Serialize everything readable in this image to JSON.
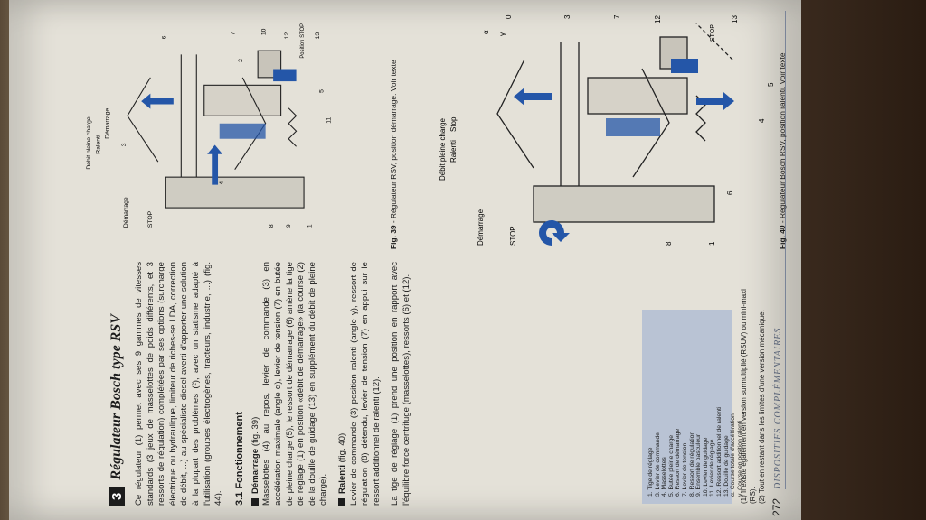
{
  "section": {
    "number": "3",
    "title": "Régulateur Bosch type RSV",
    "intro": "Ce régulateur (1) permet avec ses 9 gammes de vitesses standards (3 jeux de masselottes de poids différents, et 3 ressorts de régulation) complétées par ses options (surcharge électrique ou hydraulique, limiteur de riches-se LDA, correction de débit, ...) au spécialiste diesel averti d'apporter une solution à la plupart des problèmes (²), avec un statisme adapté à l'utilisation (groupes électrogènes, tracteurs, industrie, ...) (fig. 44)."
  },
  "subsection": {
    "title": "3.1 Fonctionnement",
    "demarrage_title": "Démarrage",
    "demarrage_ref": "(fig. 39)",
    "demarrage_text": "Masselottes (4) au repos, levier de commande (3) en accélération maximale (angle α), levier de tension (7) en butée de pleine charge (5), le ressort de démarrage (6) amène la tige de réglage (1) en position «débit de démarrage» (la course (2) de la douille de guidage (13) en supplément du débit de pleine charge).",
    "ralenti_title": "Ralenti",
    "ralenti_ref": "(fig. 40)",
    "ralenti_text1": "Levier de commande (3) position ralenti (angle γ), ressort de régulation (8) détendu, levier de tension (7) en appui sur le ressort additionnel de ralenti (12).",
    "ralenti_text2": "La tige de réglage (1) prend une position en rapport avec l'équilibre force centrifuge (masselottes), ressorts (6) et (12)."
  },
  "legend": [
    "1.  Tige de réglage",
    "3.  Levier de commande",
    "4.  Masselottes",
    "5.  Butée pleine charge",
    "6.  Ressort de démarrage",
    "7.  Levier de tension",
    "8.  Ressort de régulation",
    "9.  Ensemble basculeur",
    "10. Levier de guidage",
    "11. Levier de réglage",
    "12. Ressort additionnel de ralenti",
    "13. Douille de guidage",
    "α.  Course totale d'accélération",
    "γ.  Course en position ralenti"
  ],
  "footnotes": [
    "(1) Il existe également en version surmultiplié (RSUV) ou mini-maxi (RS).",
    "(2) Tout en restant dans les limites d'une version mécanique."
  ],
  "fig39": {
    "caption_num": "Fig. 39",
    "caption_text": " - Régulateur RSV, position démarrage. Voir texte",
    "labels": {
      "pleine": "Débit pleine charge",
      "ralenti": "Ralenti",
      "demarrage": "Démarrage",
      "stop": "STOP",
      "demarrage2": "Démarrage",
      "pos_stop": "Position STOP",
      "n1": "1",
      "n2": "2",
      "n3": "3",
      "n4": "4",
      "n5": "5",
      "n6": "6",
      "n7": "7",
      "n8": "8",
      "n9": "9",
      "n10": "10",
      "n11": "11",
      "n12": "12",
      "n13": "13"
    }
  },
  "fig40": {
    "caption_num": "Fig. 40",
    "caption_text": " - Régulateur Bosch RSV, position ralenti. Voir texte",
    "labels": {
      "pleine": "Débit pleine charge",
      "ralenti": "Ralenti",
      "stop_top": "Stop",
      "demarrage": "Démarrage",
      "stop": "STOP",
      "stop2": "STOP",
      "alpha": "α",
      "gamma": "γ",
      "zero": "0",
      "n1": "1",
      "n3": "3",
      "n4": "4",
      "n5": "5",
      "n6": "6",
      "n7": "7",
      "n8": "8",
      "n12": "12",
      "n13": "13"
    }
  },
  "folio": {
    "page_number": "272",
    "section_name": "Dispositifs complémentaires"
  },
  "colors": {
    "accent_blue": "#2456a8",
    "legend_bg": "#b9c3d4",
    "paper": "#e4e1d8"
  }
}
